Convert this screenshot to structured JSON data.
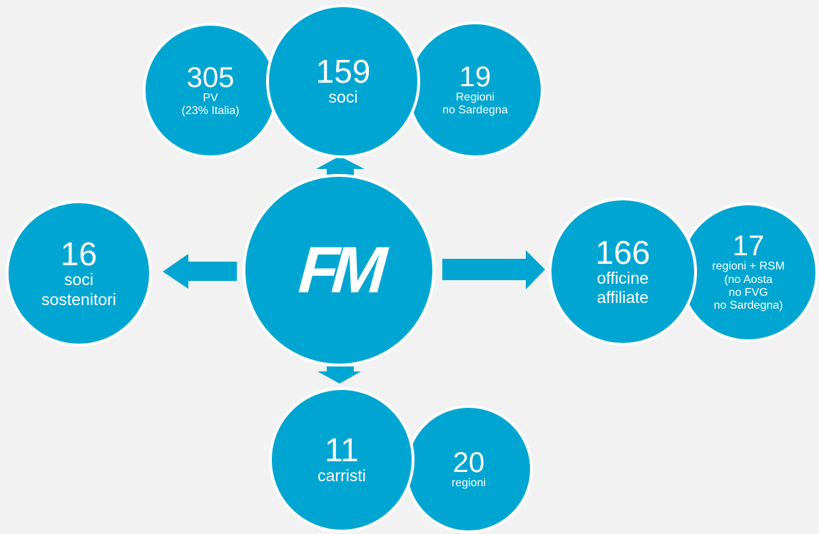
{
  "colors": {
    "accent": "#00a6d1",
    "border": "#ffffff",
    "background": "#f2f2f2"
  },
  "center": {
    "logo": "FM"
  },
  "top": {
    "main": {
      "number": "159",
      "label": "soci"
    },
    "left": {
      "number": "305",
      "line1": "PV",
      "line2": "(23% Italia)"
    },
    "right": {
      "number": "19",
      "line1": "Regioni",
      "line2": "no Sardegna"
    }
  },
  "left": {
    "number": "16",
    "line1": "soci",
    "line2": "sostenitori"
  },
  "right": {
    "main": {
      "number": "166",
      "line1": "officine",
      "line2": "affiliate"
    },
    "side": {
      "number": "17",
      "line1": "regioni + RSM",
      "line2": "(no Aosta",
      "line3": "no FVG",
      "line4": "no Sardegna)"
    }
  },
  "bottom": {
    "main": {
      "number": "11",
      "label": "carristi"
    },
    "side": {
      "number": "20",
      "label": "regioni"
    }
  }
}
